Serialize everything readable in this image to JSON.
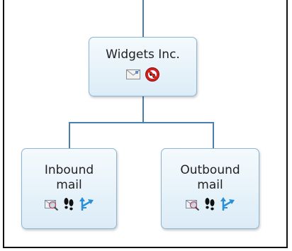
{
  "diagram": {
    "root": {
      "label": "Widgets Inc.",
      "icons": [
        "envelope-icon",
        "blocked-icon"
      ]
    },
    "children": [
      {
        "label_line1": "Inbound",
        "label_line2": "mail",
        "icons": [
          "mail-search-icon",
          "footprints-icon",
          "routing-arrows-icon"
        ]
      },
      {
        "label_line1": "Outbound",
        "label_line2": "mail",
        "icons": [
          "mail-search-icon",
          "footprints-icon",
          "routing-arrows-icon"
        ]
      }
    ]
  },
  "colors": {
    "connector": "#4a7fb0",
    "node_border": "#8db6d4",
    "node_fill": "#dcecf7",
    "blocked": "#d32020",
    "arrows": "#2a8fd4"
  }
}
